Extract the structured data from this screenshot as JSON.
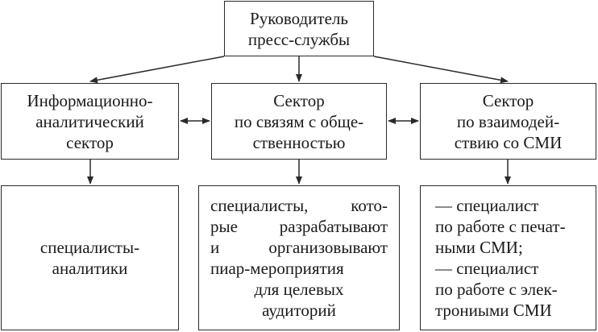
{
  "head": {
    "lines": [
      "Руководитель",
      "пресс-службы"
    ]
  },
  "sectors": {
    "info": {
      "lines": [
        "Информационно-",
        "аналитический",
        "сектор"
      ]
    },
    "pr": {
      "lines": [
        "Сектор",
        "по связям с обще-",
        "ственностью"
      ]
    },
    "media": {
      "lines": [
        "Сектор",
        "по взаимодей-",
        "ствию со СМИ"
      ]
    }
  },
  "details": {
    "info": {
      "lines": [
        "специалисты-",
        "аналитики"
      ]
    },
    "pr": {
      "lines": [
        "специалисты, кото-",
        "рые разрабатывают",
        "и организовывают",
        "пиар-мероприятия",
        "для целевых",
        "аудиторий"
      ]
    },
    "media": {
      "lines": [
        "— специалист",
        "по работе с печат-",
        "ными СМИ;",
        "— специалист",
        "по работе с элек-",
        "трониыми СМИ"
      ]
    }
  },
  "colors": {
    "line": "#2a2a2a",
    "text": "#1a1a1a",
    "background": "#ffffff"
  }
}
